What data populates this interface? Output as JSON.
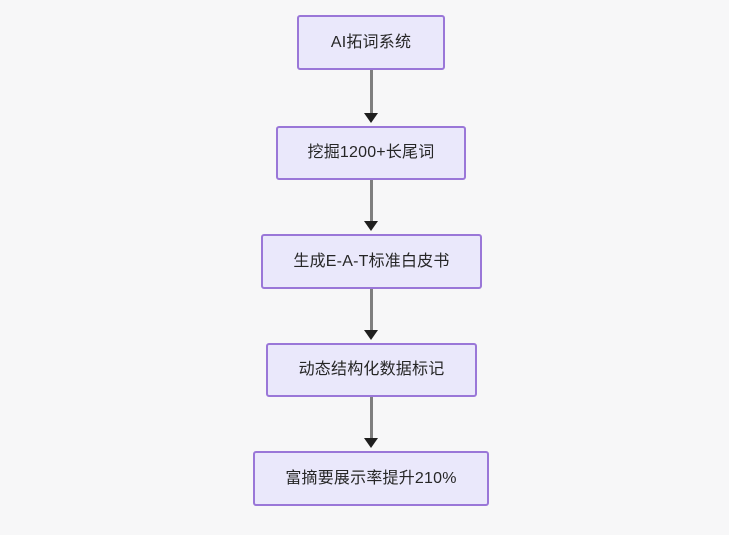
{
  "diagram": {
    "type": "flowchart",
    "orientation": "top-to-bottom",
    "background_color": "#f7f7f8",
    "node_fill_color": "#eae8fb",
    "node_border_color": "#9a77d8",
    "edge_color": "#7f7f7f",
    "arrowhead_color": "#1f1f1f",
    "text_color": "#262626",
    "nodes": [
      {
        "id": "node-0",
        "label": "AI拓词系统"
      },
      {
        "id": "node-1",
        "label": "挖掘1200+长尾词"
      },
      {
        "id": "node-2",
        "label": "生成E-A-T标准白皮书"
      },
      {
        "id": "node-3",
        "label": "动态结构化数据标记"
      },
      {
        "id": "node-4",
        "label": "富摘要展示率提升210%"
      }
    ],
    "edges": [
      {
        "id": "edge-0",
        "from": "node-0",
        "to": "node-1",
        "label": ""
      },
      {
        "id": "edge-1",
        "from": "node-1",
        "to": "node-2",
        "label": ""
      },
      {
        "id": "edge-2",
        "from": "node-2",
        "to": "node-3",
        "label": ""
      },
      {
        "id": "edge-3",
        "from": "node-3",
        "to": "node-4",
        "label": ""
      }
    ]
  }
}
